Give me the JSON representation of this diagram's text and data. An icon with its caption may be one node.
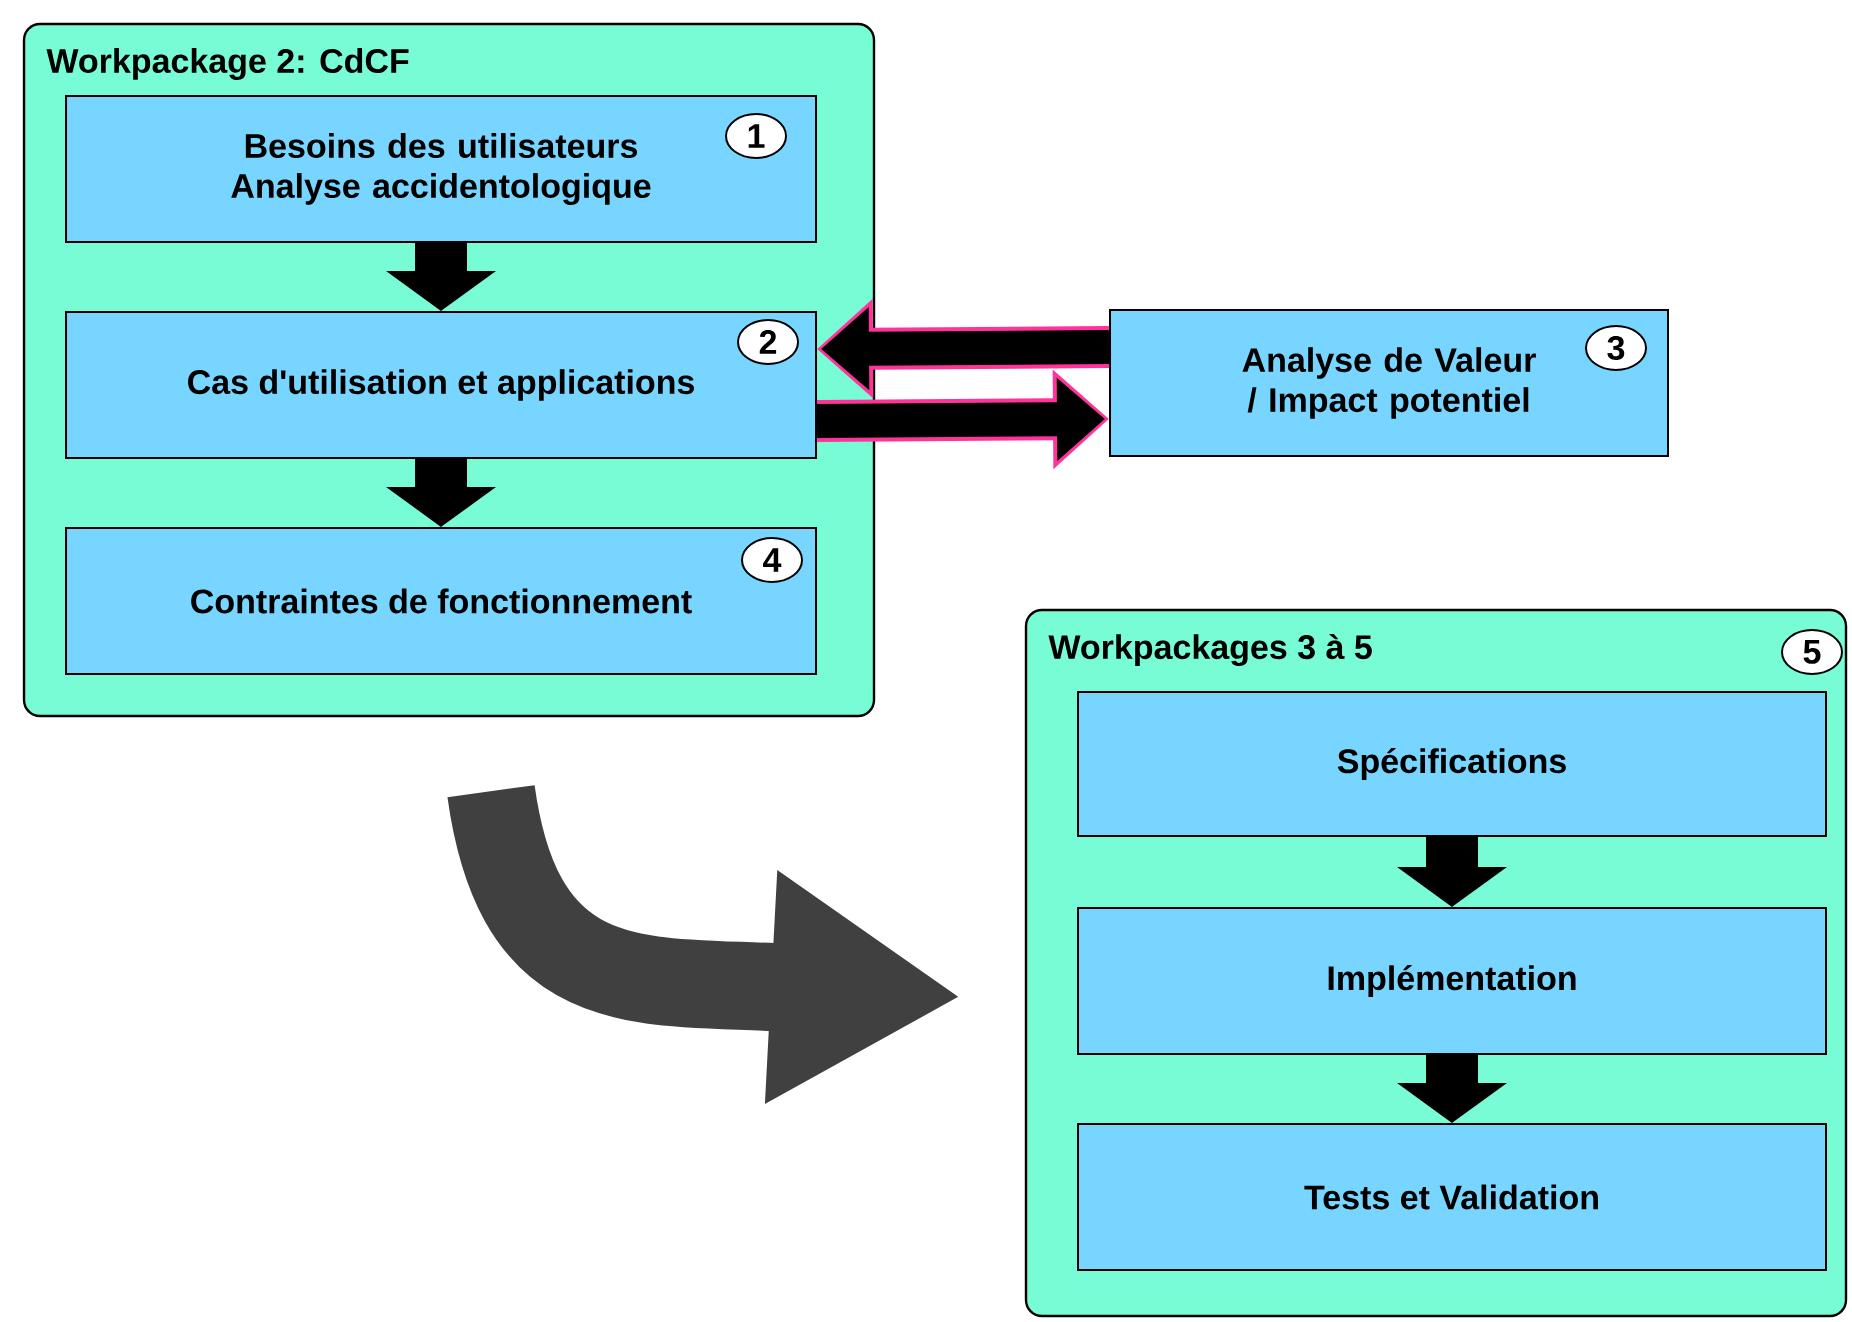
{
  "diagram": {
    "nodes": [
      {
        "text": [
          "Workpackage 2: CdCF"
        ]
      },
      {
        "text": [
          "Besoins des utilisateurs Analyse accidentologique",
          "1"
        ],
        "in": 0
      },
      {
        "text": [
          "Cas d'utilisation et applications",
          "2"
        ],
        "in": 0
      },
      {
        "text": [
          "Contraintes de fonctionnement",
          "4"
        ],
        "in": 0
      },
      {
        "text": [
          "Analyse de Valeur / Impact potentiel",
          "3"
        ]
      },
      {
        "text": [
          "Workpackages 3 à 5",
          "5"
        ]
      },
      {
        "text": [
          "Spécifications"
        ],
        "in": 5
      },
      {
        "text": [
          "Implémentation"
        ],
        "in": 5
      },
      {
        "text": [
          "Tests et Validation"
        ],
        "in": 5
      }
    ],
    "edges": [
      {
        "from": 1,
        "to": 2,
        "arrow": "to"
      },
      {
        "from": 2,
        "to": 3,
        "arrow": "to"
      },
      {
        "from": 4,
        "to": 2,
        "arrow": "to"
      },
      {
        "from": 2,
        "to": 4,
        "arrow": "to"
      },
      {
        "from": 0,
        "to": 5,
        "arrow": "to",
        "color": "#404040"
      },
      {
        "from": 6,
        "to": 7,
        "arrow": "to"
      },
      {
        "from": 7,
        "to": 8,
        "arrow": "to"
      }
    ]
  }
}
